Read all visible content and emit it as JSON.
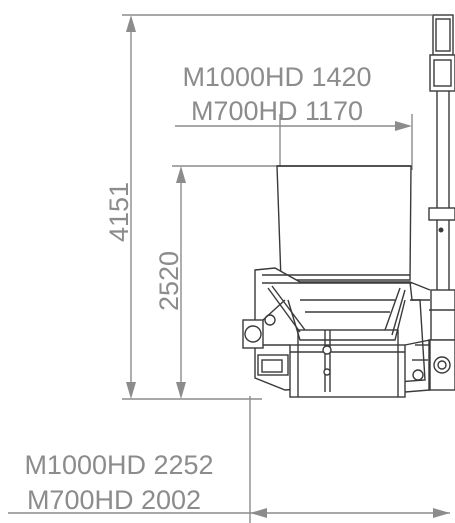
{
  "dimensions": {
    "total_height": "4151",
    "hopper_height": "2520",
    "top_width_m1000": "M1000HD 1420",
    "top_width_m700": "M700HD 1170",
    "base_width_m1000": "M1000HD 2252",
    "base_width_m700": "M700HD 2002"
  },
  "colors": {
    "dimension": "#8c8c8c",
    "machine_outline": "#3a3a3a"
  }
}
